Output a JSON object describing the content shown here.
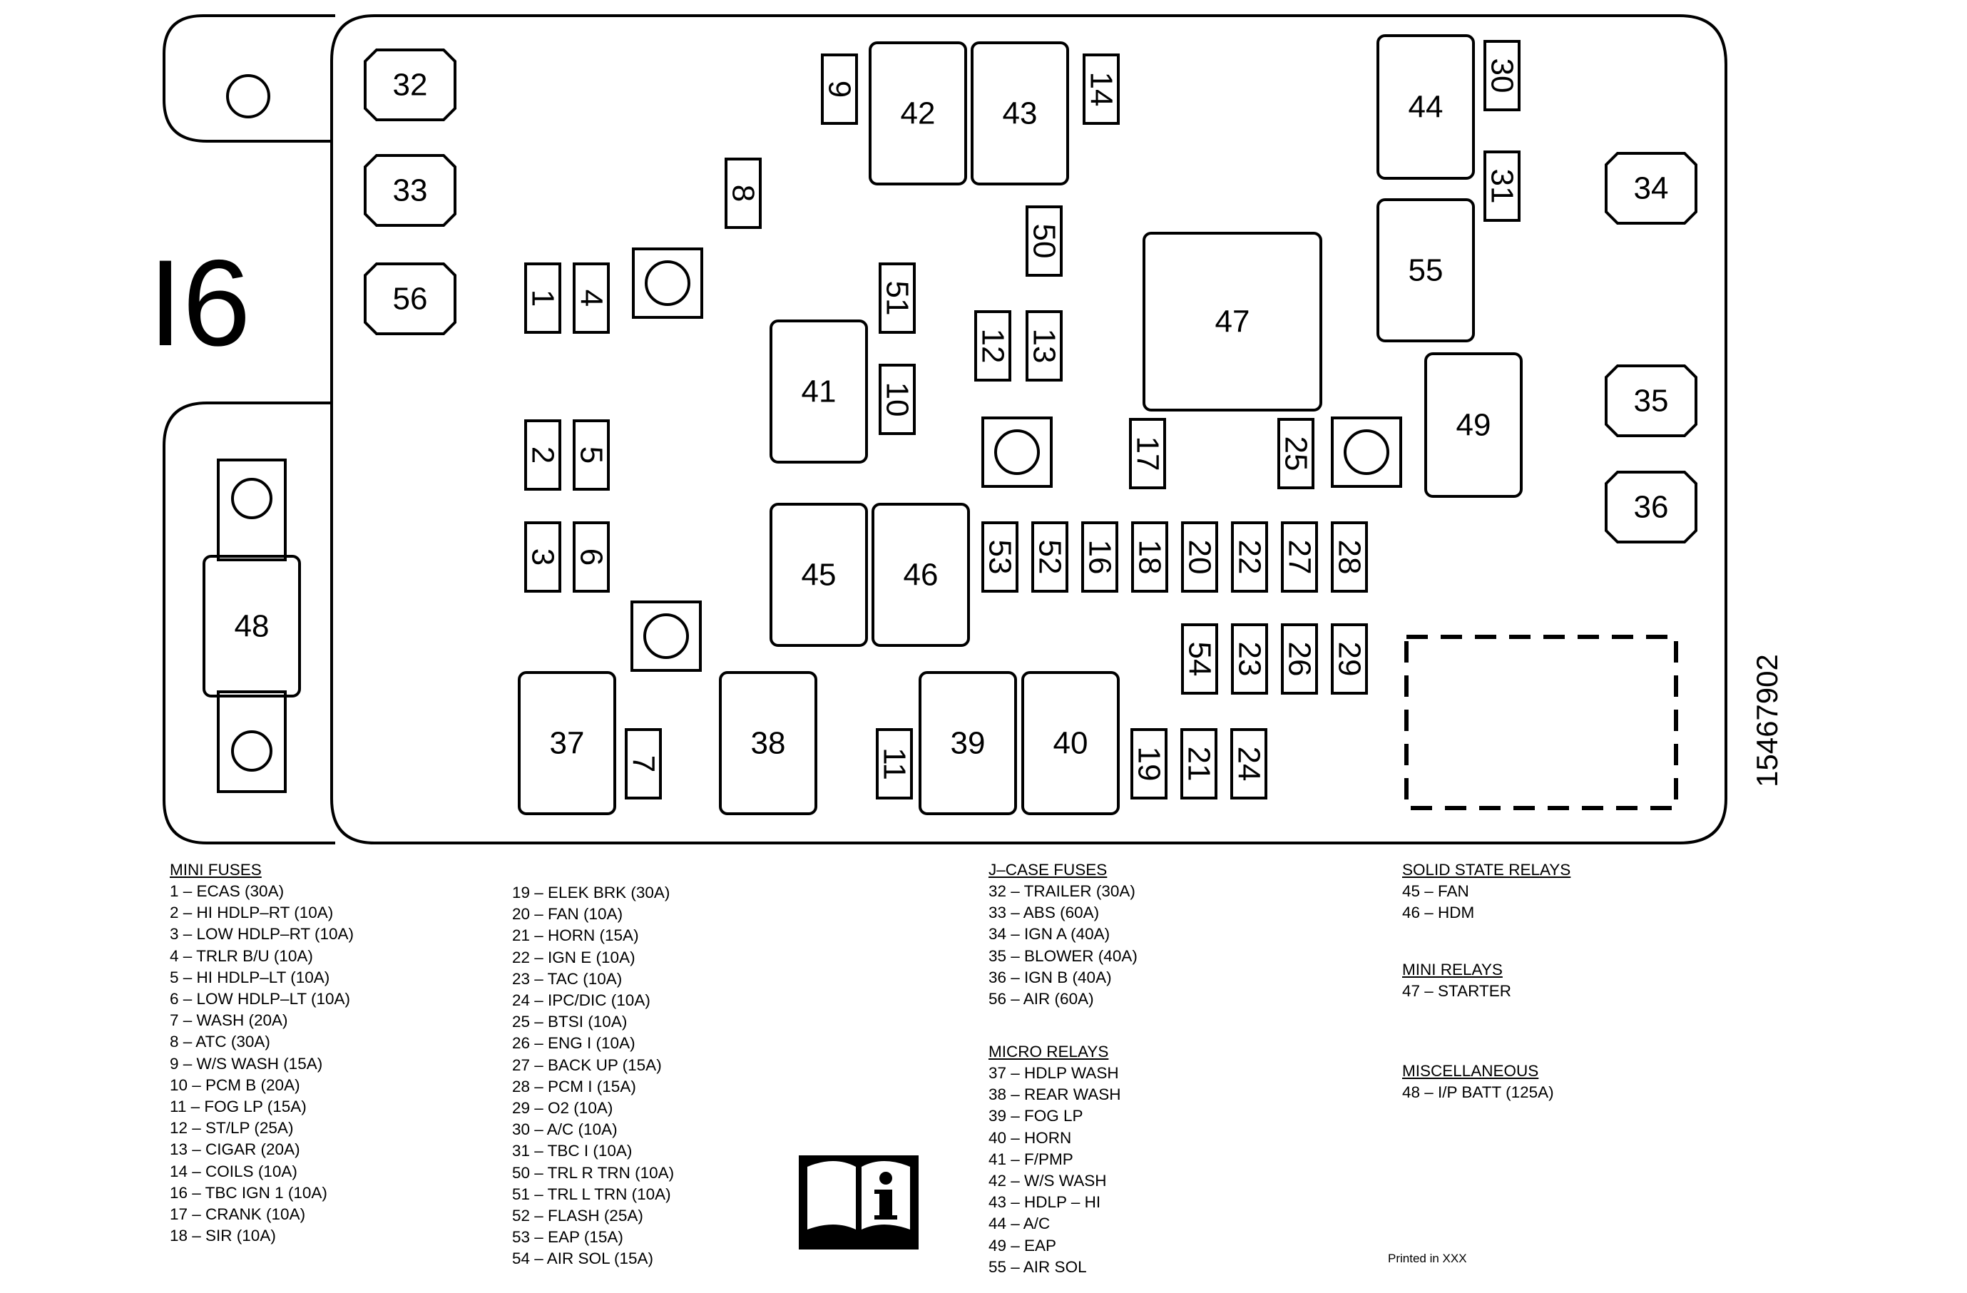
{
  "box": {
    "label": "I6",
    "part_number": "15467902",
    "fuses": [
      {
        "id": "1"
      },
      {
        "id": "4"
      },
      {
        "id": "2"
      },
      {
        "id": "5"
      },
      {
        "id": "3"
      },
      {
        "id": "6"
      },
      {
        "id": "7"
      },
      {
        "id": "8"
      },
      {
        "id": "9"
      },
      {
        "id": "14"
      },
      {
        "id": "51"
      },
      {
        "id": "10"
      },
      {
        "id": "50"
      },
      {
        "id": "12"
      },
      {
        "id": "13"
      },
      {
        "id": "17"
      },
      {
        "id": "25"
      },
      {
        "id": "30"
      },
      {
        "id": "31"
      },
      {
        "id": "53"
      },
      {
        "id": "52"
      },
      {
        "id": "16"
      },
      {
        "id": "18"
      },
      {
        "id": "20"
      },
      {
        "id": "22"
      },
      {
        "id": "27"
      },
      {
        "id": "28"
      },
      {
        "id": "54"
      },
      {
        "id": "23"
      },
      {
        "id": "26"
      },
      {
        "id": "29"
      },
      {
        "id": "11"
      },
      {
        "id": "19"
      },
      {
        "id": "21"
      },
      {
        "id": "24"
      }
    ],
    "relays": [
      {
        "id": "42"
      },
      {
        "id": "43"
      },
      {
        "id": "44"
      },
      {
        "id": "55"
      },
      {
        "id": "47"
      },
      {
        "id": "41"
      },
      {
        "id": "49"
      },
      {
        "id": "45"
      },
      {
        "id": "46"
      },
      {
        "id": "37"
      },
      {
        "id": "38"
      },
      {
        "id": "39"
      },
      {
        "id": "40"
      },
      {
        "id": "48"
      }
    ],
    "jcase": [
      {
        "id": "32"
      },
      {
        "id": "33"
      },
      {
        "id": "56"
      },
      {
        "id": "34"
      },
      {
        "id": "35"
      },
      {
        "id": "36"
      }
    ]
  },
  "legend": {
    "mini_fuses": {
      "title": "MINI FUSES",
      "col1": [
        "1 – ECAS (30A)",
        "2 – HI HDLP–RT (10A)",
        "3 – LOW HDLP–RT (10A)",
        "4 – TRLR B/U (10A)",
        "5 – HI HDLP–LT (10A)",
        "6 – LOW HDLP–LT (10A)",
        "7 – WASH (20A)",
        "8 – ATC (30A)",
        "9 – W/S WASH (15A)",
        "10 – PCM B (20A)",
        "11 – FOG LP (15A)",
        "12 – ST/LP (25A)",
        "13 – CIGAR (20A)",
        "14 – COILS (10A)",
        "16 – TBC IGN 1 (10A)",
        "17 – CRANK (10A)",
        "18 – SIR (10A)"
      ],
      "col2": [
        "19 – ELEK BRK (30A)",
        "20 – FAN (10A)",
        "21 – HORN (15A)",
        "22 – IGN E (10A)",
        "23 – TAC (10A)",
        "24 – IPC/DIC (10A)",
        "25 – BTSI (10A)",
        "26 – ENG I (10A)",
        "27 – BACK UP (15A)",
        "28 – PCM I (15A)",
        "29 – O2 (10A)",
        "30 – A/C (10A)",
        "31 – TBC I (10A)",
        "50 – TRL R TRN (10A)",
        "51 – TRL L TRN (10A)",
        "52 – FLASH (25A)",
        "53 – EAP (15A)",
        "54 – AIR SOL (15A)"
      ]
    },
    "jcase_fuses": {
      "title": "J–CASE FUSES",
      "items": [
        "32 – TRAILER (30A)",
        "33 – ABS (60A)",
        "34 – IGN A (40A)",
        "35 – BLOWER (40A)",
        "36 – IGN B (40A)",
        "56 – AIR (60A)"
      ]
    },
    "micro_relays": {
      "title": "MICRO RELAYS",
      "items": [
        "37 – HDLP WASH",
        "38 – REAR WASH",
        "39 – FOG LP",
        "40 – HORN",
        "41 – F/PMP",
        "42 – W/S WASH",
        "43 – HDLP – HI",
        "44 – A/C",
        "49 – EAP",
        "55 – AIR SOL"
      ]
    },
    "solid_state_relays": {
      "title": "SOLID STATE RELAYS",
      "items": [
        "45 – FAN",
        "46 – HDM"
      ]
    },
    "mini_relays": {
      "title": "MINI RELAYS",
      "items": [
        "47 – STARTER"
      ]
    },
    "misc": {
      "title": "MISCELLANEOUS",
      "items": [
        "48 – I/P BATT (125A)"
      ]
    },
    "printed": "Printed in XXX"
  }
}
